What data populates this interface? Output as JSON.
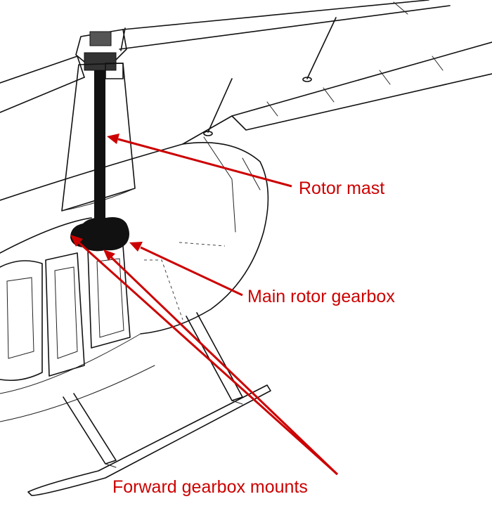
{
  "labels": {
    "rotor_mast": "Rotor mast",
    "main_rotor_gearbox": "Main rotor gearbox",
    "forward_gearbox_mounts": "Forward gearbox mounts"
  },
  "colors": {
    "callout": "#cc0000",
    "line_art": "#111111",
    "background": "#ffffff"
  }
}
